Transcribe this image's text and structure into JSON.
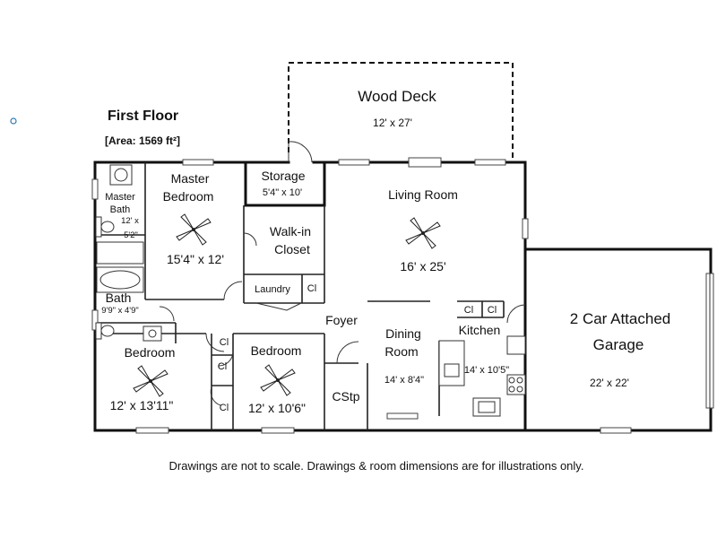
{
  "header": {
    "title": "First Floor",
    "area": "[Area: 1569 ft²]"
  },
  "rooms": {
    "wood_deck": {
      "name": "Wood Deck",
      "dim": "12' x 27'"
    },
    "storage": {
      "name": "Storage",
      "dim": "5'4\" x 10'"
    },
    "living_room": {
      "name": "Living Room",
      "dim": "16' x 25'"
    },
    "master_bedroom": {
      "name_line1": "Master",
      "name_line2": "Bedroom",
      "dim": "15'4\" x 12'"
    },
    "master_bath": {
      "name_line1": "Master",
      "name_line2": "Bath",
      "dim_line1": "12' x",
      "dim_line2": "5'2\""
    },
    "walkin_closet": {
      "name_line1": "Walk-in",
      "name_line2": "Closet"
    },
    "laundry": {
      "name": "Laundry"
    },
    "bath": {
      "name": "Bath",
      "dim": "9'9\" x 4'9\""
    },
    "foyer": {
      "name": "Foyer"
    },
    "dining_room": {
      "name_line1": "Dining",
      "name_line2": "Room",
      "dim": "14' x 8'4\""
    },
    "kitchen": {
      "name": "Kitchen",
      "dim": "14' x 10'5\""
    },
    "bedroom_1": {
      "name": "Bedroom",
      "dim": "12' x 13'11\""
    },
    "bedroom_2": {
      "name": "Bedroom",
      "dim": "12' x 10'6\""
    },
    "cstp": {
      "name": "CStp"
    },
    "garage": {
      "name_line1": "2 Car Attached",
      "name_line2": "Garage",
      "dim": "22' x 22'"
    },
    "closet_label": "Cl"
  },
  "footer": {
    "disclaimer": "Drawings are not to scale. Drawings & room dimensions are for illustrations only."
  }
}
